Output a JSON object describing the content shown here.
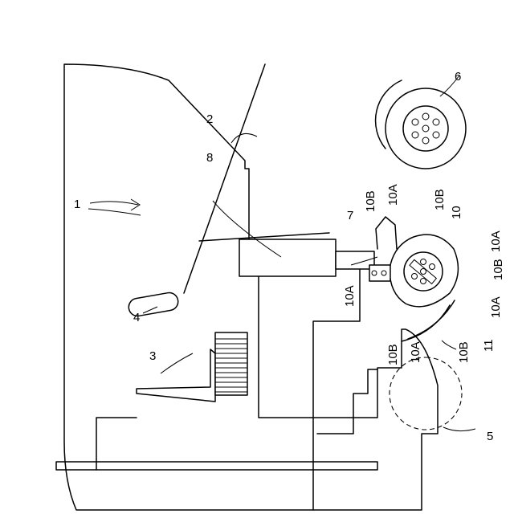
{
  "figure": {
    "labels": {
      "l1": "1",
      "l2": "2",
      "l3": "3",
      "l4": "4",
      "l5": "5",
      "l6": "6",
      "l7": "7",
      "l8": "8",
      "l10": "10",
      "l11": "11",
      "l10A_a": "10A",
      "l10A_b": "10A",
      "l10A_c": "10A",
      "l10A_d": "10A",
      "l10A_e": "10A",
      "l10B_a": "10B",
      "l10B_b": "10B",
      "l10B_c": "10B",
      "l10B_d": "10B",
      "l10B_e": "10B"
    }
  }
}
